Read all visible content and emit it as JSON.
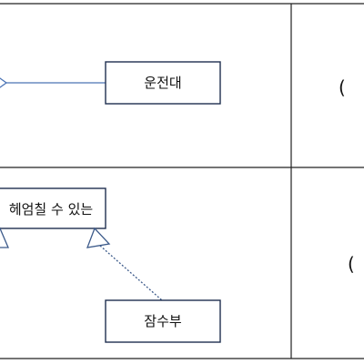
{
  "rows": [
    {
      "boxes": [
        {
          "label": "운전대"
        }
      ],
      "answer_paren": "("
    },
    {
      "boxes": [
        {
          "label": "헤엄칠 수 있는"
        },
        {
          "label": "잠수부"
        }
      ],
      "answer_paren": "("
    }
  ]
}
